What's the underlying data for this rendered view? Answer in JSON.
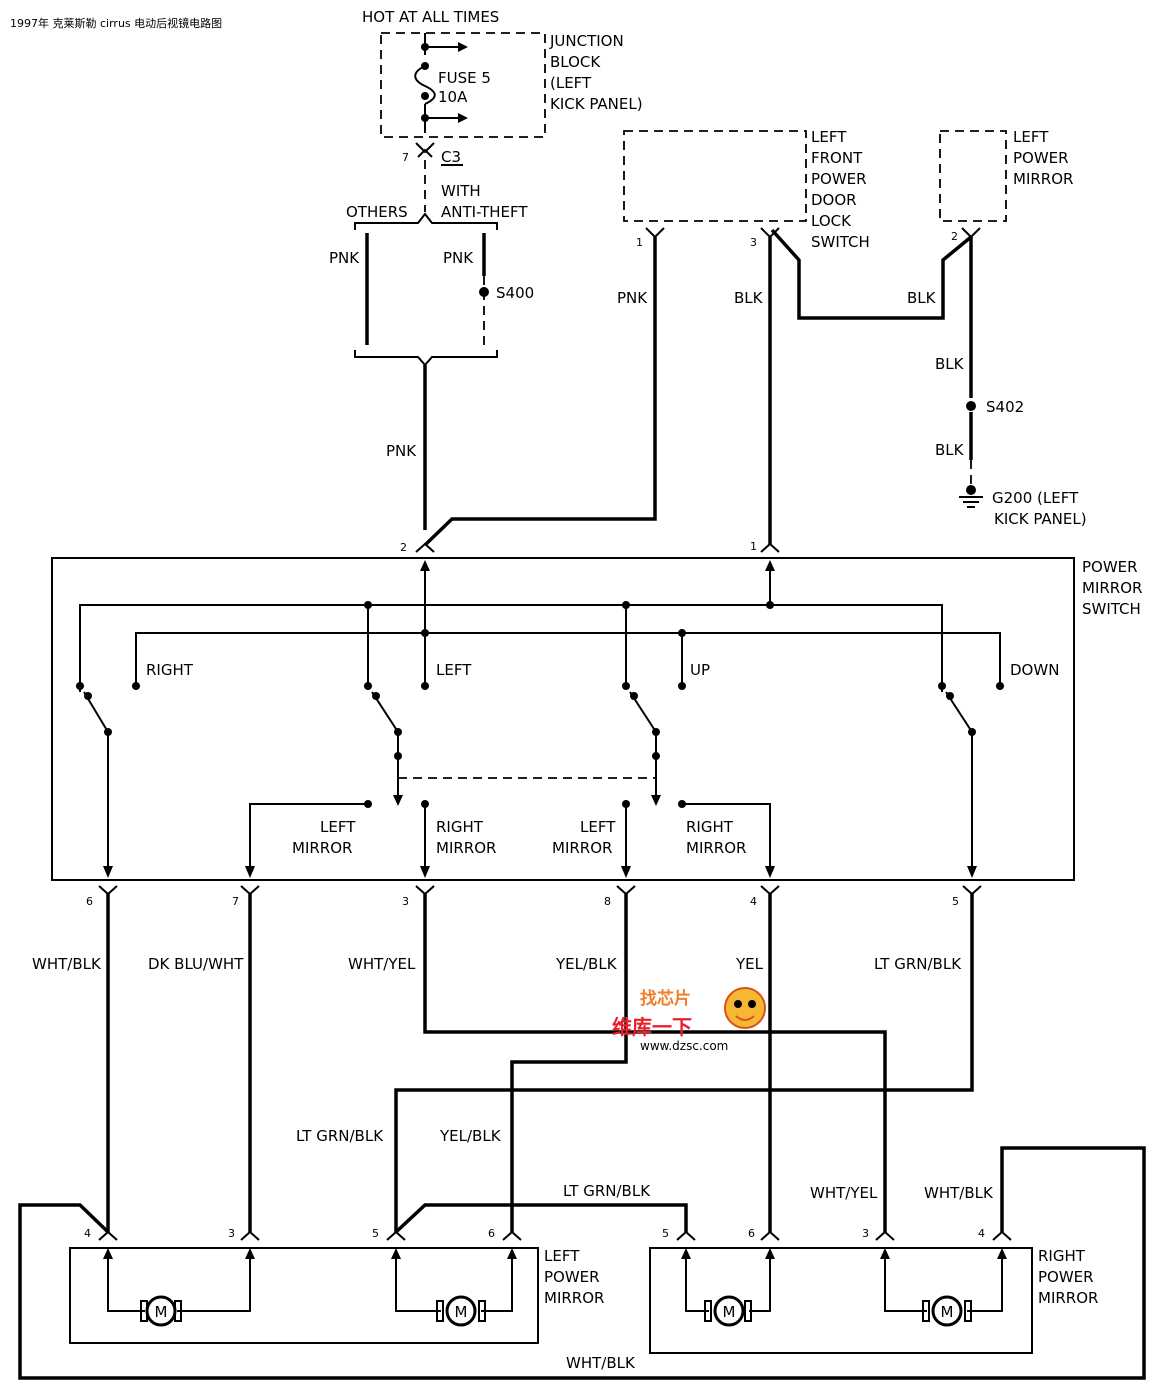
{
  "title": "1997年 克莱斯勒 cirrus 电动后视镜电路图",
  "power_source": {
    "hot_label": "HOT AT ALL TIMES",
    "fuse_name": "FUSE 5",
    "fuse_rating": "10A",
    "junction_block_lines": [
      "JUNCTION",
      "BLOCK",
      "(LEFT",
      "KICK PANEL)"
    ],
    "connector_pin": "7",
    "connector_name": "C3",
    "branch_left": "OTHERS",
    "branch_right_lines": [
      "WITH",
      "ANTI-THEFT"
    ],
    "splice_s400": "S400"
  },
  "door_lock_switch": {
    "label_lines": [
      "LEFT",
      "FRONT",
      "POWER",
      "DOOR",
      "LOCK",
      "SWITCH"
    ],
    "pin1": "1",
    "pin3": "3"
  },
  "left_power_mirror_top": {
    "label_lines": [
      "LEFT",
      "POWER",
      "MIRROR"
    ],
    "pin": "2"
  },
  "ground": {
    "splice_s402": "S402",
    "g200_lines": [
      "G200   (LEFT",
      "KICK PANEL)"
    ]
  },
  "mirror_switch": {
    "label_lines": [
      "POWER",
      "MIRROR",
      "SWITCH"
    ],
    "directions": [
      "RIGHT",
      "LEFT",
      "UP",
      "DOWN"
    ],
    "mirror_select_lines": [
      [
        "LEFT",
        "MIRROR"
      ],
      [
        "RIGHT",
        "MIRROR"
      ],
      [
        "LEFT",
        "MIRROR"
      ],
      [
        "RIGHT",
        "MIRROR"
      ]
    ],
    "input_pins": [
      "2",
      "1"
    ],
    "output_pins": [
      "6",
      "7",
      "3",
      "8",
      "4",
      "5"
    ]
  },
  "wire_colors": {
    "pnk": "PNK",
    "blk": "BLK",
    "outputs": [
      "WHT/BLK",
      "DK BLU/WHT",
      "WHT/YEL",
      "YEL/BLK",
      "YEL",
      "LT GRN/BLK"
    ],
    "cross_lt_grn": "LT GRN/BLK",
    "cross_yel_blk": "YEL/BLK",
    "bridge_lt_grn": "LT GRN/BLK",
    "right_wht_yel": "WHT/YEL",
    "right_wht_blk": "WHT/BLK",
    "bottom_wht_blk": "WHT/BLK"
  },
  "left_mirror_bottom": {
    "label_lines": [
      "LEFT",
      "POWER",
      "MIRROR"
    ],
    "pins": [
      "4",
      "3",
      "5",
      "6"
    ]
  },
  "right_mirror_bottom": {
    "label_lines": [
      "RIGHT",
      "POWER",
      "MIRROR"
    ],
    "pins": [
      "5",
      "6",
      "3",
      "4"
    ]
  },
  "motor_symbol": "M",
  "watermark": {
    "line1": "找芯片",
    "line2": "维库一下",
    "url": "www.dzsc.com"
  }
}
